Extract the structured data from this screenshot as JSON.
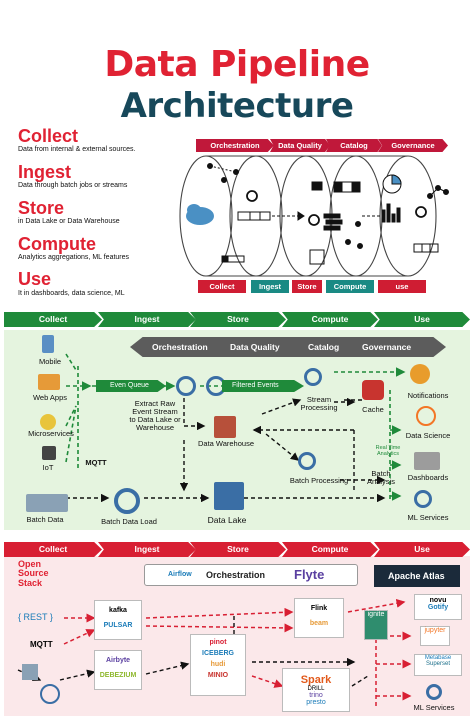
{
  "header": {
    "title_line1": "Data Pipeline",
    "title_line2": "Architecture"
  },
  "stages": [
    {
      "name": "Collect",
      "desc": "Data from internal & external sources."
    },
    {
      "name": "Ingest",
      "desc": "Data through batch jobs or streams"
    },
    {
      "name": "Store",
      "desc": "in Data Lake or Data Warehouse"
    },
    {
      "name": "Compute",
      "desc": "Analytics aggregations, ML features"
    },
    {
      "name": "Use",
      "desc": "It in dashboards, data science, ML"
    }
  ],
  "top_tabs": [
    "Orchestration",
    "Data Quality",
    "Catalog",
    "Governance"
  ],
  "bottom_tabs": [
    "Collect",
    "Ingest",
    "Store",
    "Compute",
    "use"
  ],
  "band_labels": [
    "Collect",
    "Ingest",
    "Store",
    "Compute",
    "Use"
  ],
  "mid": {
    "pill": [
      "Orchestration",
      "Data Quality",
      "Catalog",
      "Governance"
    ],
    "sources": [
      "Mobile",
      "Web Apps",
      "Microservices",
      "IoT",
      "MQTT",
      "Batch Data"
    ],
    "even_queue": "Even Queue",
    "filtered_events": "Filtered Events",
    "extract": "Extract Raw\nEvent Stream\nto Data Lake or\nWarehouse",
    "stream_processing": "Stream\nProcessing",
    "cache": "Cache",
    "data_warehouse": "Data Warehouse",
    "batch_processing": "Batch Processing",
    "real_time": "Real Time\nAnalytics",
    "batch_analysis": "Batch\nAnalysis",
    "batch_data_load": "Batch Data Load",
    "data_lake": "Data Lake",
    "uses": [
      "Notifications",
      "Data Science",
      "Dashboards",
      "ML Services"
    ]
  },
  "low": {
    "oss": "Open\nSource\nStack",
    "orchestration": "Orchestration",
    "airflow": "Airflow",
    "flyte": "Flyte",
    "atlas": "Apache Atlas",
    "rest": "{ REST }",
    "mqtt": "MQTT",
    "kafka": "kafka",
    "pulsar": "PULSAR",
    "airbyte": "Airbyte",
    "debezium": "DEBEZIUM",
    "pinot": "pinot",
    "iceberg": "ICEBERG",
    "hudi": "hudi",
    "minio": "MINIO",
    "flink": "Flink",
    "beam": "beam",
    "spark": "Spark",
    "drill": "DRILL",
    "trino": "trino",
    "presto": "presto",
    "ignite": "ignite",
    "novu": "novu",
    "gotify": "Gotify",
    "jupyter": "jupyter",
    "metabase": "Metabase",
    "superset": "Superset",
    "ml_services": "ML Services"
  },
  "colors": {
    "red": "#e02233",
    "teal": "#17485a",
    "green": "#1f8a3a",
    "tab_red": "#cf1d33",
    "tab_dark": "#c0183a"
  }
}
